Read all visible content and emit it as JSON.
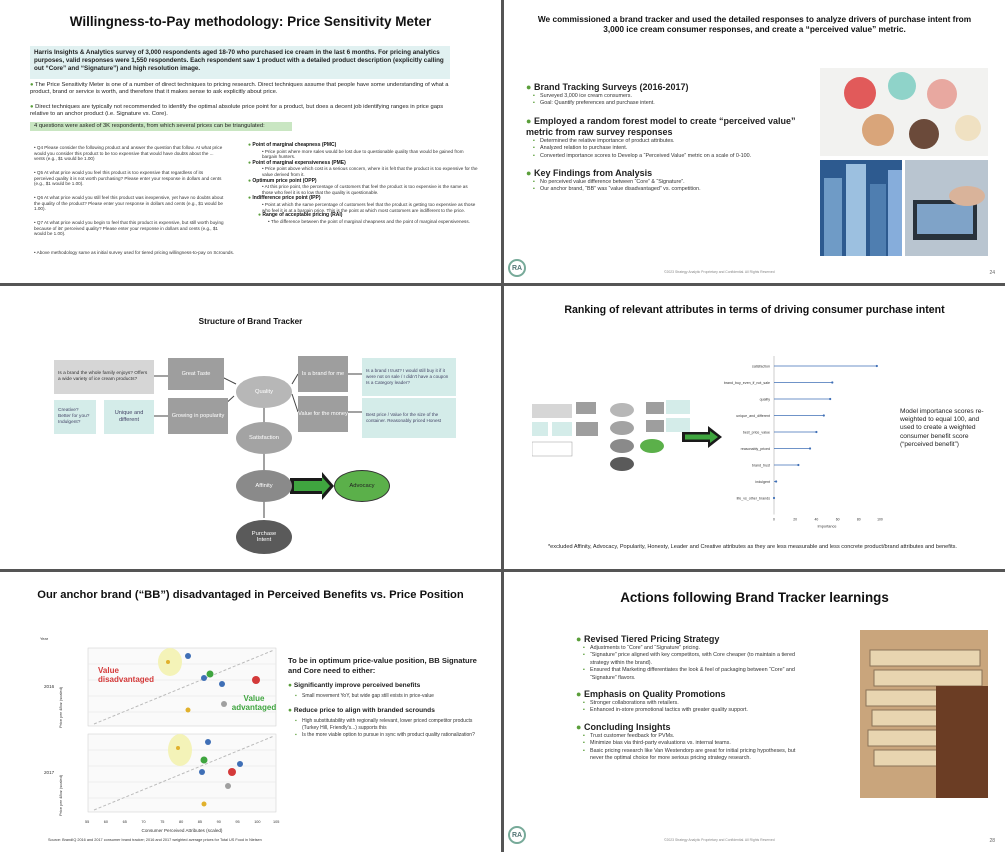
{
  "s1": {
    "title": "Willingness-to-Pay methodology: Price Sensitivity Meter",
    "intro": "Harris Insights & Analytics survey of 3,000 respondents aged 18-70 who purchased ice cream in the last 6 months. For pricing analytics purposes, valid responses were 1,550 respondents. Each respondent saw 1 product with a detailed product description (explicitly calling out “Core” and “Signature”) and high resolution image.",
    "b1": "The Price Sensitivity Meter is one of a number of direct techniques to pricing research. Direct techniques assume that people have some understanding of what a product, brand or service is worth, and therefore that it makes sense to ask explicitly about price.",
    "b2": "Direct techniques are typically not recommended to identify the optimal absolute price point for a product, but does a decent job identifying ranges in price gaps relative to an anchor product (i.e. Signature vs. Core).",
    "b3": "4 questions were asked of 3K respondents, from which several prices can be triangulated:",
    "q4": "Q4 Please consider the following product and answer the question that follow. At what price would you consider this product to be too expensive that would have doubts about the ... vents (e.g., $1 would be 1.00)",
    "q5": "Q5 At what price would you feel this product is too expensive that regardless of its perceived quality it is not worth purchasing? Please enter your response in dollars and cents (e.g., $1 would be 1.00).",
    "q6": "Q6 At what price would you still feel this product was inexpensive, yet have no doubts about the quality of the product? Please enter your response in dollars and cents (e.g., $1 would be 1.00).",
    "q7": "Q7 At what price would you begin to feel that this product is expensive, but still worth buying because of its' perceived quality? Please enter your response in dollars and cents (e.g., $1 would be 1.00).",
    "above": "Above methodology same as initial survey used for tiered pricing willingness-to-pay on Scrounds.",
    "pmc": "Point of marginal cheapness (PMC)",
    "pmc_d": "Price point where more sales would be lost due to questionable quality than would be gained from bargain hunters.",
    "pme": "Point of marginal expensiveness (PME)",
    "pme_d": "Price point above which cost is a serious concern, where it is felt that the product is too expensive for the value derived from it.",
    "opp": "Optimum price point (OPP)",
    "opp_d": "At this price point, the percentage of customers that feel the product is too expensive is the same as those who feel it is so low that the quality is questionable.",
    "ipp": "Indifference price point (IPP)",
    "ipp_d": "Point at which the same percentage of customers feel that the product is getting too expensive as those who feel it is at a bargain price. This is the point at which most customers are indifferent to the price.",
    "rai": "Range of acceptable pricing (RAI)",
    "rai_d": "The difference between the point of marginal cheapness and the point of marginal expensiveness."
  },
  "s2": {
    "title": "We commissioned a brand tracker and used the detailed responses to analyze drivers of purchase intent from 3,000 ice cream consumer responses, and create a “perceived value” metric.",
    "h1": "Brand Tracking Surveys (2016-2017)",
    "h1a": "Surveyed 3,000 ice cream consumers.",
    "h1b": "Goal: Quantify preferences and purchase intent.",
    "h2": "Employed a random forest model to create “perceived value” metric from raw survey responses",
    "h2a": "Determined the relative importance of product attributes.",
    "h2b": "Analyzed relation to purchase intent.",
    "h2c": "Converted importance scores to Develop a “Perceived Value” metric on a scale of 0-100.",
    "h3": "Key Findings from Analysis",
    "h3a": "No perceived value difference between “Core” & “Signature”.",
    "h3b": "Our anchor brand, “BB” was “value disadvantaged” vs. competition.",
    "footer": "©2023 Strategy Analytic Proprietary and Confidential. All Rights Reserved",
    "page": "24",
    "logo": "RA"
  },
  "s3": {
    "title": "Structure of Brand Tracker",
    "n1": "Is a brand the whole family enjoys? Offers a wide variety of ice cream products?",
    "n2": "Great Taste",
    "n3": "Quality",
    "n4": "Is a brand for me",
    "n5": "Is a brand I trust? I would still buy it if it were not on sale / I didn't have a coupon Is a Category leader?",
    "n6": "Creative? Better for you? Indulgent?",
    "n7": "Unique and different",
    "n8": "Growing in popularity",
    "n9": "Value for the money",
    "n10": "Best price / Value for the size of the container. Reasonably priced Honest",
    "n11": "Satisfaction",
    "n12": "Affinity",
    "n13": "Advocacy",
    "n14": "Purchase Intent"
  },
  "s4": {
    "title": "Ranking of relevant attributes in terms of driving consumer purchase intent",
    "side": "Model importance scores re-weighted to equal 100, and used to create a weighted consumer benefit score (“perceived benefit”)",
    "note": "*excluded Affinity, Advocacy, Popularity, Honesty, Leader and Creative attributes as they are less measurable and less concrete product/brand attributes and benefits.",
    "xlabel": "Importance"
  },
  "chart_data": [
    {
      "type": "bar",
      "orientation": "horizontal",
      "categories": [
        "satisfaction",
        "brand_buy_even_if_not_sale",
        "quality",
        "unique_and_different",
        "best_price_value",
        "reasonably_priced",
        "brand_trust",
        "indulgent",
        "life_vs_other_brands"
      ],
      "values": [
        97,
        55,
        53,
        47,
        40,
        34,
        23,
        2,
        0
      ],
      "xlabel": "Importance",
      "xticks": [
        0,
        20,
        40,
        60,
        80,
        100
      ],
      "xlim": [
        0,
        100
      ]
    },
    {
      "type": "scatter",
      "title": "Our anchor brand (“BB”) disadvantaged in Perceived Benefits vs. Price Position",
      "xlabel": "Consumer Perceived Attributes (scaled)",
      "ylabel": "Price per 48oz (scaled)",
      "xticks": [
        55,
        60,
        65,
        70,
        75,
        80,
        85,
        90,
        95,
        100,
        105
      ],
      "panels": [
        {
          "name": "2016",
          "yticks": [
            60,
            70,
            80,
            90,
            100
          ]
        },
        {
          "name": "2017",
          "yticks": [
            60,
            70,
            80,
            90,
            100
          ]
        }
      ]
    }
  ],
  "s5": {
    "title": "Our anchor brand (“BB”) disadvantaged in Perceived Benefits vs. Price Position",
    "vd": "Value disadvantaged",
    "va": "Value advantaged",
    "y2016": "2016",
    "y2017": "2017",
    "ylab": "Price per 48oz (scaled)",
    "xlab": "Consumer Perceived Attributes (scaled)",
    "year": "Year",
    "source": "Source: BrandIQ 2016 and 2017 consumer brand tracker; 2016 and 2017 weighted average prices for Total US Food in Nielsen",
    "p1": "To be in optimum price-value position, BB Signature and Core need to either:",
    "b1": "Significantly improve perceived benefits",
    "b1a": "Small movement YoY, but wide gap still exists in price-value",
    "b2": "Reduce price to align with branded scrounds",
    "b2a": "High substitutability with regionally relevant, lower priced competitor products (Turkey Hill, Friendly's...) supports this",
    "b2b": "Is the more viable option to pursue in sync with product quality rationalization?"
  },
  "s6": {
    "title": "Actions following Brand Tracker learnings",
    "h1": "Revised Tiered Pricing Strategy",
    "h1a": "Adjustments to “Core” and “Signature” pricing.",
    "h1b": "“Signature” price aligned with key competitors, with Core cheaper (to maintain a tiered strategy within the brand).",
    "h1c": "Ensured that Marketing differentiates the look & feel of packaging between “Core” and “Signature” flavors.",
    "h2": "Emphasis on Quality Promotions",
    "h2a": "Stronger collaborations with retailers.",
    "h2b": "Enhanced in-store promotional tactics with greater quality support.",
    "h3": "Concluding Insights",
    "h3a": "Trust customer feedback for PVMs.",
    "h3b": "Minimize bias via third-party evaluations vs. internal teams.",
    "h3c": "Basic pricing research like Van Westendorp are great for initial pricing hypotheses, but never the optimal choice for more serious pricing strategy research.",
    "footer": "©2023 Strategy Analytic Proprietary and Confidential. All Rights Reserved",
    "page": "28",
    "logo": "RA"
  }
}
